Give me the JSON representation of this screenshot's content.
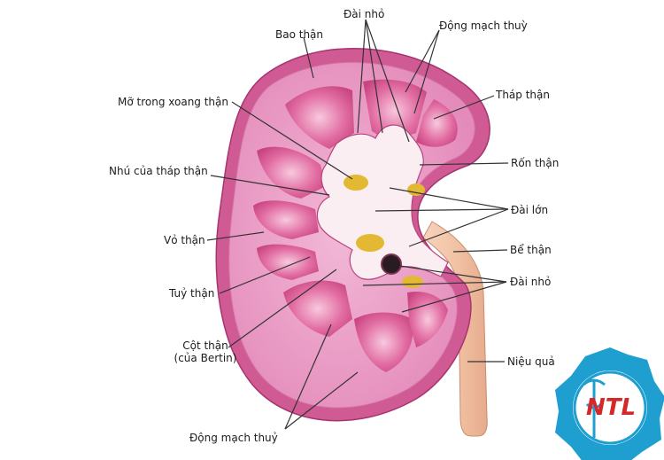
{
  "labels": {
    "dai_nho_top": "Đài nhỏ",
    "dong_mach_thuy_top": "Động mạch thuỳ",
    "bao_than": "Bao thận",
    "thap_than": "Tháp thận",
    "mo_trong_xoang_than": "Mỡ trong xoang thận",
    "ron_than": "Rốn thận",
    "nhu_cua_thap_than": "Nhú của tháp thận",
    "dai_lon": "Đài lớn",
    "vo_than": "Vỏ thận",
    "be_than": "Bể thận",
    "tuy_than": "Tuỷ thận",
    "dai_nho_right": "Đài nhỏ",
    "cot_than_line1": "Cột thận",
    "cot_than_line2": "(của Bertin)",
    "nieu_quan": "Niệu quả",
    "dong_mach_thuy_bottom": "Động mạch thuỷ"
  },
  "logo": {
    "text": "NTL",
    "ring_color": "#1e9fd0",
    "text_color": "#d62828"
  },
  "colors": {
    "capsule": "#c9548f",
    "cortex": "#e89ac4",
    "medulla": "#d0578e",
    "sinus": "#fbeef3",
    "fat": "#e3b934",
    "ureter": "#f0c4a8",
    "leader": "#333333"
  }
}
